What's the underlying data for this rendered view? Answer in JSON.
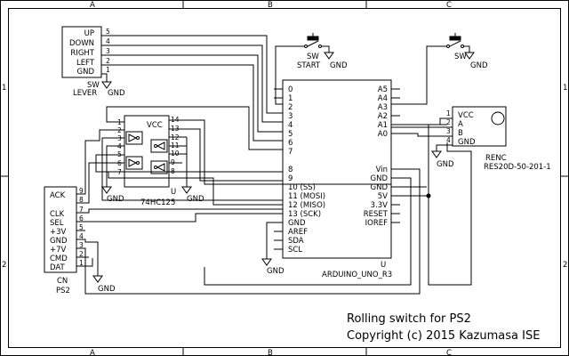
{
  "frame": {
    "col_labels": [
      "A",
      "B",
      "C"
    ],
    "row_labels": [
      "1",
      "2"
    ]
  },
  "title_block": {
    "title": "Rolling switch for PS2",
    "copyright": "Copyright (c) 2015 Kazumasa ISE"
  },
  "lever": {
    "pin_labels": [
      "UP",
      "DOWN",
      "RIGHT",
      "LEFT",
      "GND"
    ],
    "pin_numbers": [
      "5",
      "4",
      "3",
      "2",
      "1"
    ],
    "type": "SW",
    "name": "LEVER"
  },
  "start_switch": {
    "type": "SW",
    "name": "START"
  },
  "sw2": {
    "type": "SW"
  },
  "arduino": {
    "left_pins": [
      "0",
      "1",
      "2",
      "3",
      "4",
      "5",
      "6",
      "7",
      "8",
      "9",
      "10 (SS)",
      "11 (MOSI)",
      "12 (MISO)",
      "13 (SCK)",
      "GND",
      "AREF",
      "SDA",
      "SCL"
    ],
    "right_pins": [
      "A5",
      "A4",
      "A3",
      "A2",
      "A1",
      "A0",
      "Vin",
      "GND",
      "GND",
      "5V",
      "3.3V",
      "RESET",
      "IOREF"
    ],
    "ref": "U",
    "name": "ARDUINO_UNO_R3"
  },
  "buffer": {
    "vcc": "VCC",
    "left_pins": [
      "1",
      "2",
      "3",
      "4",
      "5",
      "6",
      "7"
    ],
    "right_pins": [
      "14",
      "13",
      "12",
      "11",
      "10",
      "9",
      "8"
    ],
    "ref": "U",
    "name": "74HC125"
  },
  "connector": {
    "pin_labels": [
      "ACK",
      "CLK",
      "SEL",
      "+3V",
      "GND",
      "+7V",
      "CMD",
      "DAT"
    ],
    "pin_numbers": [
      "9",
      "8",
      "7",
      "6",
      "5",
      "4",
      "3",
      "2",
      "1"
    ],
    "type": "CN",
    "name": "PS2"
  },
  "encoder": {
    "pin_labels": [
      "VCC",
      "A",
      "B",
      "GND"
    ],
    "pin_numbers": [
      "1",
      "2",
      "3",
      "4"
    ],
    "type": "RENC",
    "name": "RES20D-50-201-1"
  },
  "gnd_label": "GND"
}
